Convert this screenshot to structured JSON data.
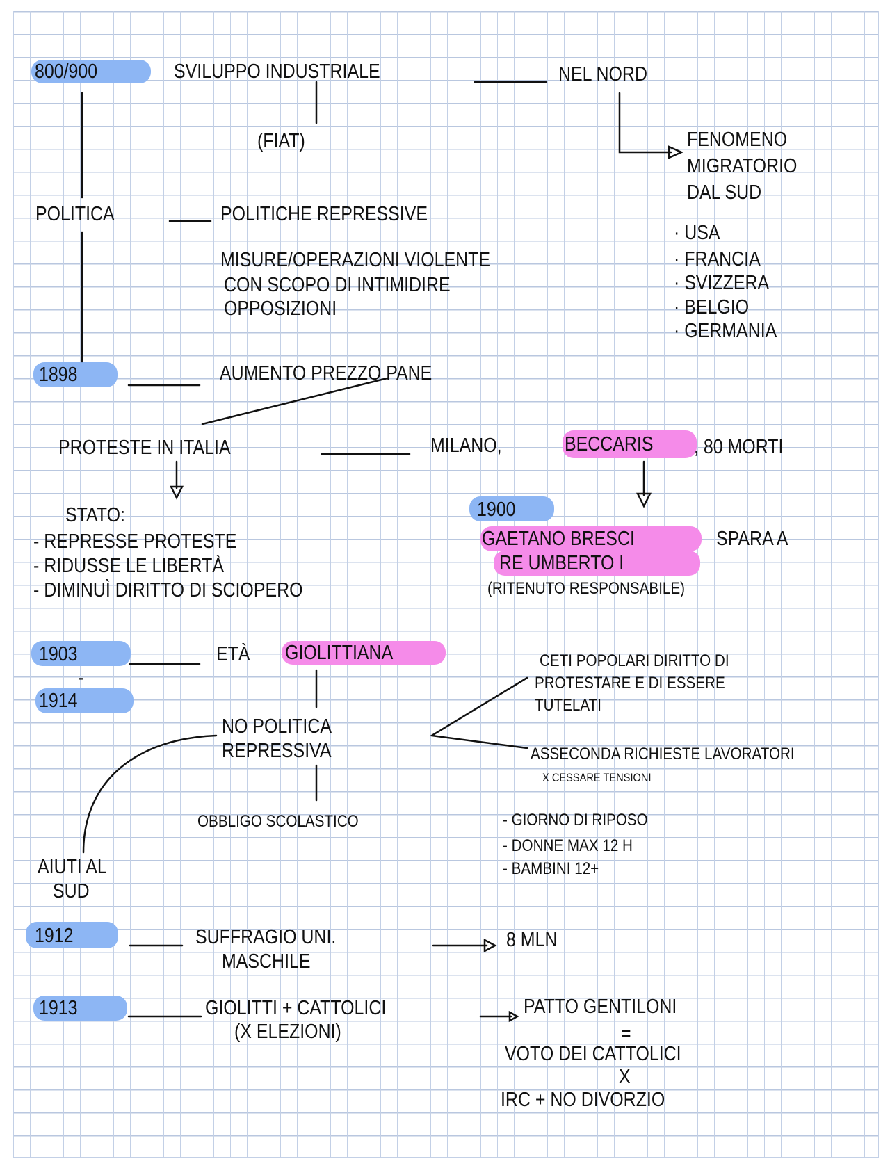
{
  "colors": {
    "date_highlight": "#8db6f4",
    "name_highlight": "#f58be9",
    "ink": "#111111",
    "grid": "#c3d0e6"
  },
  "top": {
    "date": "800/900",
    "title": "Sviluppo industriale",
    "north": "nel Nord",
    "fiat": "(FIAT)",
    "migration": [
      "Fenomeno",
      "migratorio",
      "dal Sud"
    ],
    "countries": [
      "· USA",
      "· Francia",
      "· Svizzera",
      "· Belgio",
      "· Germania"
    ]
  },
  "politics": {
    "label": "Politica",
    "repressive": "Politiche repressive",
    "desc": [
      "Misure/operazioni violente",
      "con scopo di intimidire",
      "opposizioni"
    ]
  },
  "y1898": {
    "date": "1898",
    "event": "Aumento prezzo pane",
    "protests": "Proteste in Italia",
    "milano": "Milano,",
    "beccaris": "Beccaris",
    ", 80 morti": ", 80 morti",
    "stato": "Stato:",
    "stato_items": [
      "- Represse proteste",
      "- Ridusse le libertà",
      "- Diminuì diritto di sciopero"
    ]
  },
  "y1900": {
    "date": "1900",
    "bresci": "Gaetano Bresci",
    "spara": "spara a",
    "umberto": "Re Umberto I",
    "note": "(ritenuto responsabile)"
  },
  "giolitti": {
    "date_start": "1903",
    "dash": "-",
    "date_end": "1914",
    "eta": "Età",
    "name": "Giolittiana",
    "no_rep": [
      "No politica",
      "repressiva"
    ],
    "ceti": [
      "Ceti popolari diritto di",
      "protestare e di essere",
      "tutelati"
    ],
    "asseconda": "Asseconda richieste lavoratori",
    "cessare": "x cessare tensioni",
    "obbligo": "Obbligo scolastico",
    "aiuti": [
      "Aiuti al",
      "Sud"
    ],
    "rights": [
      "- Giorno di riposo",
      "- Donne max 12 h",
      "- Bambini 12+"
    ]
  },
  "y1912": {
    "date": "1912",
    "suffragio": [
      "Suffragio uni.",
      "maschile"
    ],
    "result": "8 mln"
  },
  "y1913": {
    "date": "1913",
    "alliance": "Giolitti + cattolici",
    "sub": "(x elezioni)",
    "patto": "Patto Gentiloni",
    "eq": "=",
    "voto": "Voto dei cattolici",
    "x": "x",
    "irc": "IRC + no divorzio"
  }
}
